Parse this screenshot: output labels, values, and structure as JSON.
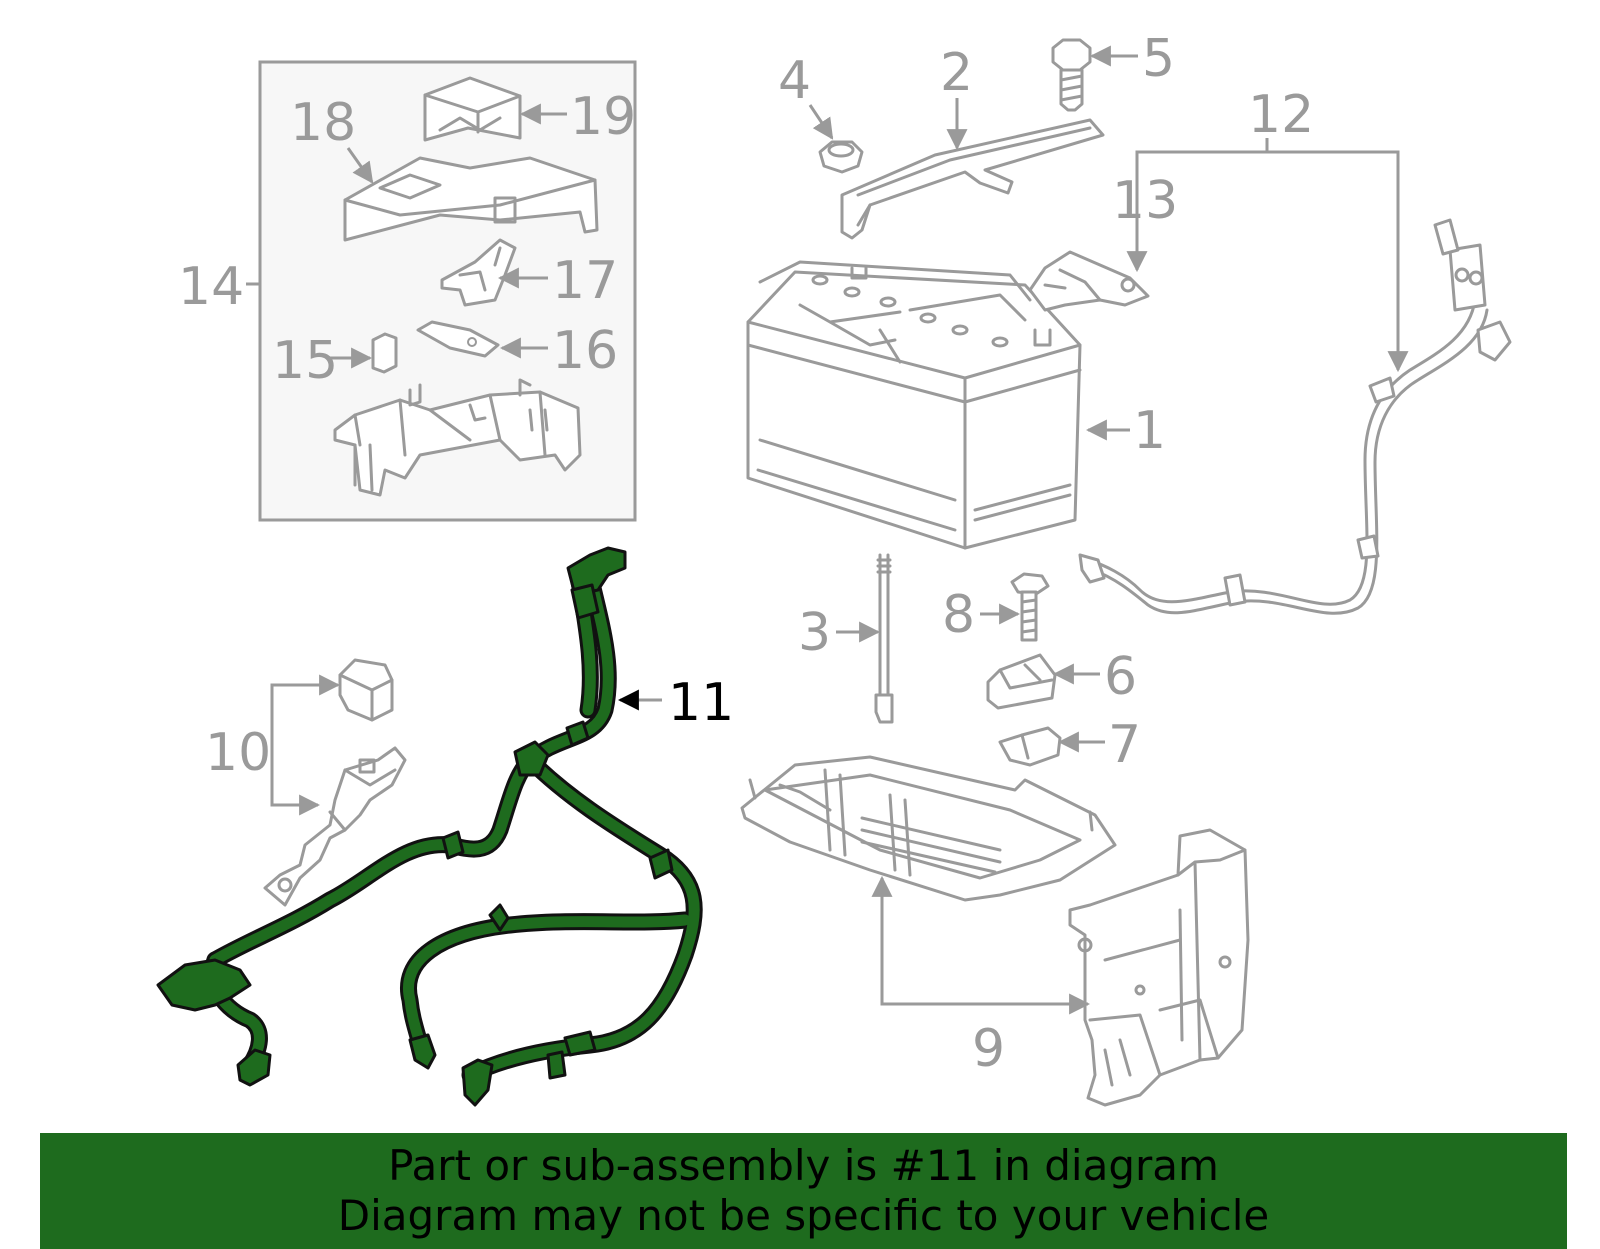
{
  "diagram": {
    "highlight_color": "#1e6b1e",
    "line_color": "#9a9a9a",
    "labels": {
      "l1": "1",
      "l2": "2",
      "l3": "3",
      "l4": "4",
      "l5": "5",
      "l6": "6",
      "l7": "7",
      "l8": "8",
      "l9": "9",
      "l10": "10",
      "l11": "11",
      "l12": "12",
      "l13": "13",
      "l14": "14",
      "l15": "15",
      "l16": "16",
      "l17": "17",
      "l18": "18",
      "l19": "19"
    }
  },
  "banner": {
    "line1": "Part or sub-assembly is #11 in diagram",
    "line2": "Diagram may not be specific to your vehicle"
  }
}
